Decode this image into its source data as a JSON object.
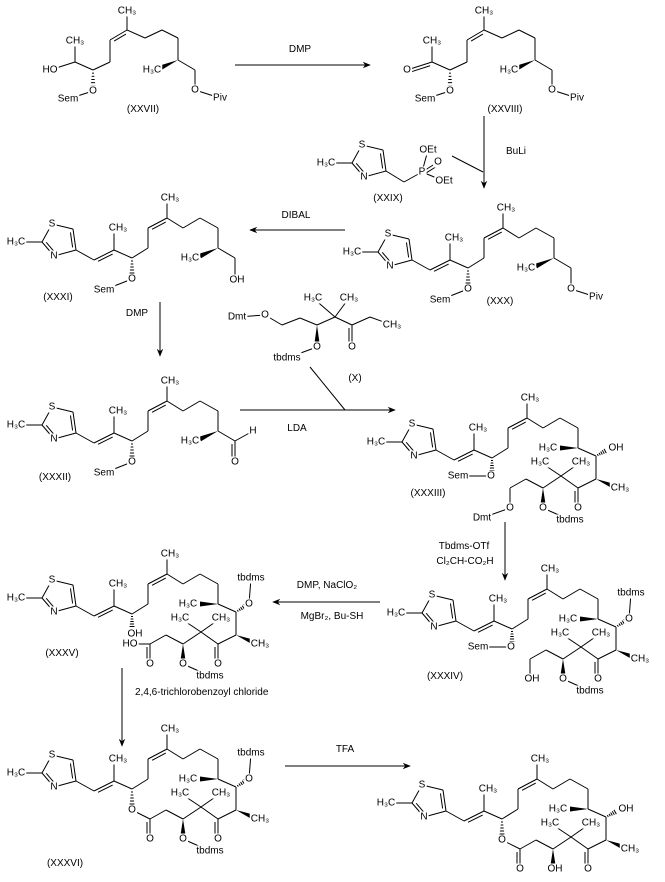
{
  "reagents": {
    "dmp_1": "DMP",
    "buli": "BuLi",
    "dibal": "DIBAL",
    "dmp_2": "DMP",
    "lda": "LDA",
    "tbdms_otf": "Tbdms-OTf",
    "dichloroacetic_acid": "Cl₂CH-CO₂H",
    "dmp_naclo2": "DMP, NaClO₂",
    "mgbr2_bush": "MgBr₂, Bu-SH",
    "yamaguchi": "2,4,6-trichlorobenzoyl chloride",
    "tfa": "TFA"
  },
  "compounds": {
    "xxvii": {
      "label": "(XXVII)",
      "atoms": [
        "HO",
        "CH₃",
        "O",
        "Sem",
        "CH₃",
        "H₃C",
        "O",
        "Piv"
      ]
    },
    "xxviii": {
      "label": "(XXVIII)",
      "atoms": [
        "O",
        "CH₃",
        "O",
        "Sem",
        "CH₃",
        "H₃C",
        "O",
        "Piv"
      ]
    },
    "xxix": {
      "label": "(XXIX)",
      "atoms": [
        "H₃C",
        "S",
        "N",
        "P",
        "OEt",
        "O",
        "OEt"
      ]
    },
    "xxx": {
      "label": "(XXX)",
      "atoms": [
        "H₃C",
        "S",
        "N",
        "CH₃",
        "CH₃",
        "O",
        "Sem",
        "H₃C",
        "O",
        "Piv"
      ]
    },
    "xxxi": {
      "label": "(XXXI)",
      "atoms": [
        "H₃C",
        "S",
        "N",
        "CH₃",
        "CH₃",
        "O",
        "Sem",
        "H₃C",
        "OH"
      ]
    },
    "xxxii": {
      "label": "(XXXII)",
      "atoms": [
        "H₃C",
        "S",
        "N",
        "CH₃",
        "CH₃",
        "O",
        "Sem",
        "H₃C",
        "O",
        "H"
      ]
    },
    "x": {
      "label": "(X)",
      "atoms": [
        "Dmt",
        "O",
        "O",
        "tbdms",
        "H₃C",
        "CH₃",
        "O",
        "CH₃"
      ]
    },
    "xxxiii": {
      "label": "(XXXIII)",
      "atoms": [
        "H₃C",
        "S",
        "N",
        "CH₃",
        "CH₃",
        "O",
        "Sem",
        "H₃C",
        "OH",
        "CH₃",
        "O",
        "H₃C",
        "CH₃",
        "O",
        "tbdms",
        "O",
        "Dmt"
      ]
    },
    "xxxiv": {
      "label": "(XXXIV)",
      "atoms": [
        "H₃C",
        "S",
        "N",
        "CH₃",
        "CH₃",
        "O",
        "Sem",
        "H₃C",
        "O",
        "tbdms",
        "CH₃",
        "O",
        "H₃C",
        "CH₃",
        "O",
        "tbdms",
        "OH"
      ]
    },
    "xxxv": {
      "label": "(XXXV)",
      "atoms": [
        "H₃C",
        "S",
        "N",
        "CH₃",
        "CH₃",
        "OH",
        "H₃C",
        "O",
        "tbdms",
        "CH₃",
        "O",
        "H₃C",
        "CH₃",
        "O",
        "tbdms",
        "O",
        "HO"
      ]
    },
    "xxxvi": {
      "label": "(XXXVI)",
      "atoms": [
        "H₃C",
        "S",
        "N",
        "CH₃",
        "CH₃",
        "O",
        "H₃C",
        "O",
        "tbdms",
        "CH₃",
        "O",
        "H₃C",
        "CH₃",
        "O",
        "tbdms",
        "O"
      ]
    },
    "product": {
      "atoms": [
        "H₃C",
        "S",
        "N",
        "CH₃",
        "CH₃",
        "O",
        "H₃C",
        "OH",
        "CH₃",
        "O",
        "H₃C",
        "CH₃",
        "OH",
        "O"
      ]
    }
  }
}
